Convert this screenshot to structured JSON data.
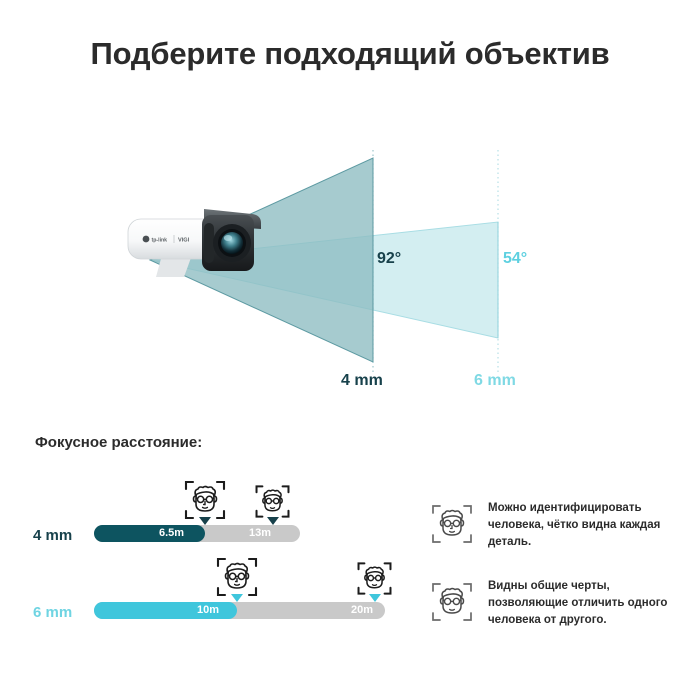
{
  "page": {
    "title": "Подберите подходящий объектив",
    "background": "#ffffff"
  },
  "fov_diagram": {
    "camera": {
      "brand": "tp-link",
      "sub_brand": "VIGI",
      "icon": "bullet-camera"
    },
    "cones": [
      {
        "id": "cone-4mm",
        "angle_label": "92°",
        "lens_label": "4 mm",
        "fill": "#a7cdd2",
        "stroke": "#6c9ba2",
        "angle_text_color": "#17414b",
        "lens_text_color": "#17414b"
      },
      {
        "id": "cone-6mm",
        "angle_label": "54°",
        "lens_label": "6 mm",
        "fill": "#d3eef1",
        "stroke": "#a8dde4",
        "angle_text_color": "#5dd0e0",
        "lens_text_color": "#7fd9e4"
      }
    ]
  },
  "focal_section": {
    "heading": "Фокусное расстояние:",
    "rows": [
      {
        "id": "row-4mm",
        "label": "4 mm",
        "accent_color": "#0d5460",
        "track_color": "#c9c9c9",
        "identify_distance": "6.5m",
        "recognize_distance": "13m",
        "identify_value_m": 6.5,
        "recognize_value_m": 13
      },
      {
        "id": "row-6mm",
        "label": "6 mm",
        "accent_color": "#3fc6dc",
        "track_color": "#c9c9c9",
        "identify_distance": "10m",
        "recognize_distance": "20m",
        "identify_value_m": 10,
        "recognize_value_m": 20
      }
    ],
    "legend": [
      {
        "id": "legend-identify",
        "icon": "face-detection-icon",
        "text": "Можно идентифицировать человека, чётко видна каждая деталь."
      },
      {
        "id": "legend-recognize",
        "icon": "face-detection-icon",
        "text": "Видны общие черты, позволяющие отличить одного человека от другого."
      }
    ]
  }
}
